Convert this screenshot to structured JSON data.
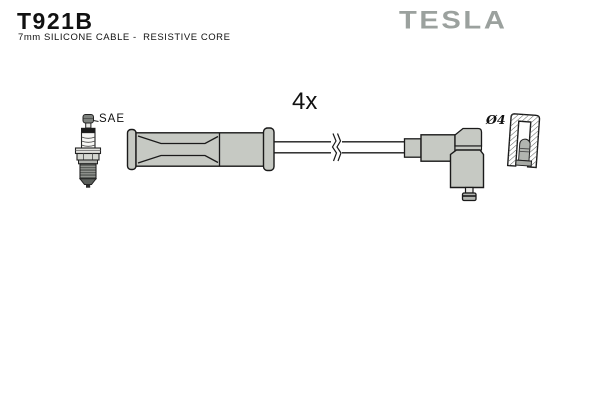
{
  "header": {
    "part_number": "T921B",
    "subtitle": "7mm SILICONE CABLE -  RESISTIVE CORE",
    "brand": "TESLA"
  },
  "diagram": {
    "quantity_label": "4x",
    "spark_plug_standard_label": "SAE",
    "terminal_diameter_label": "Ø4",
    "parts": [
      {
        "name": "spark-plug",
        "label": "SAE"
      },
      {
        "name": "straight-boot",
        "label": ""
      },
      {
        "name": "cable-with-break",
        "label": "4x"
      },
      {
        "name": "angle-boot",
        "label": ""
      },
      {
        "name": "terminal-cap-section",
        "label": "Ø4"
      }
    ]
  },
  "colors": {
    "brand_gray": "#9ba19e",
    "part_fill": "#c6c9c3",
    "outline": "#1a1a1a"
  }
}
